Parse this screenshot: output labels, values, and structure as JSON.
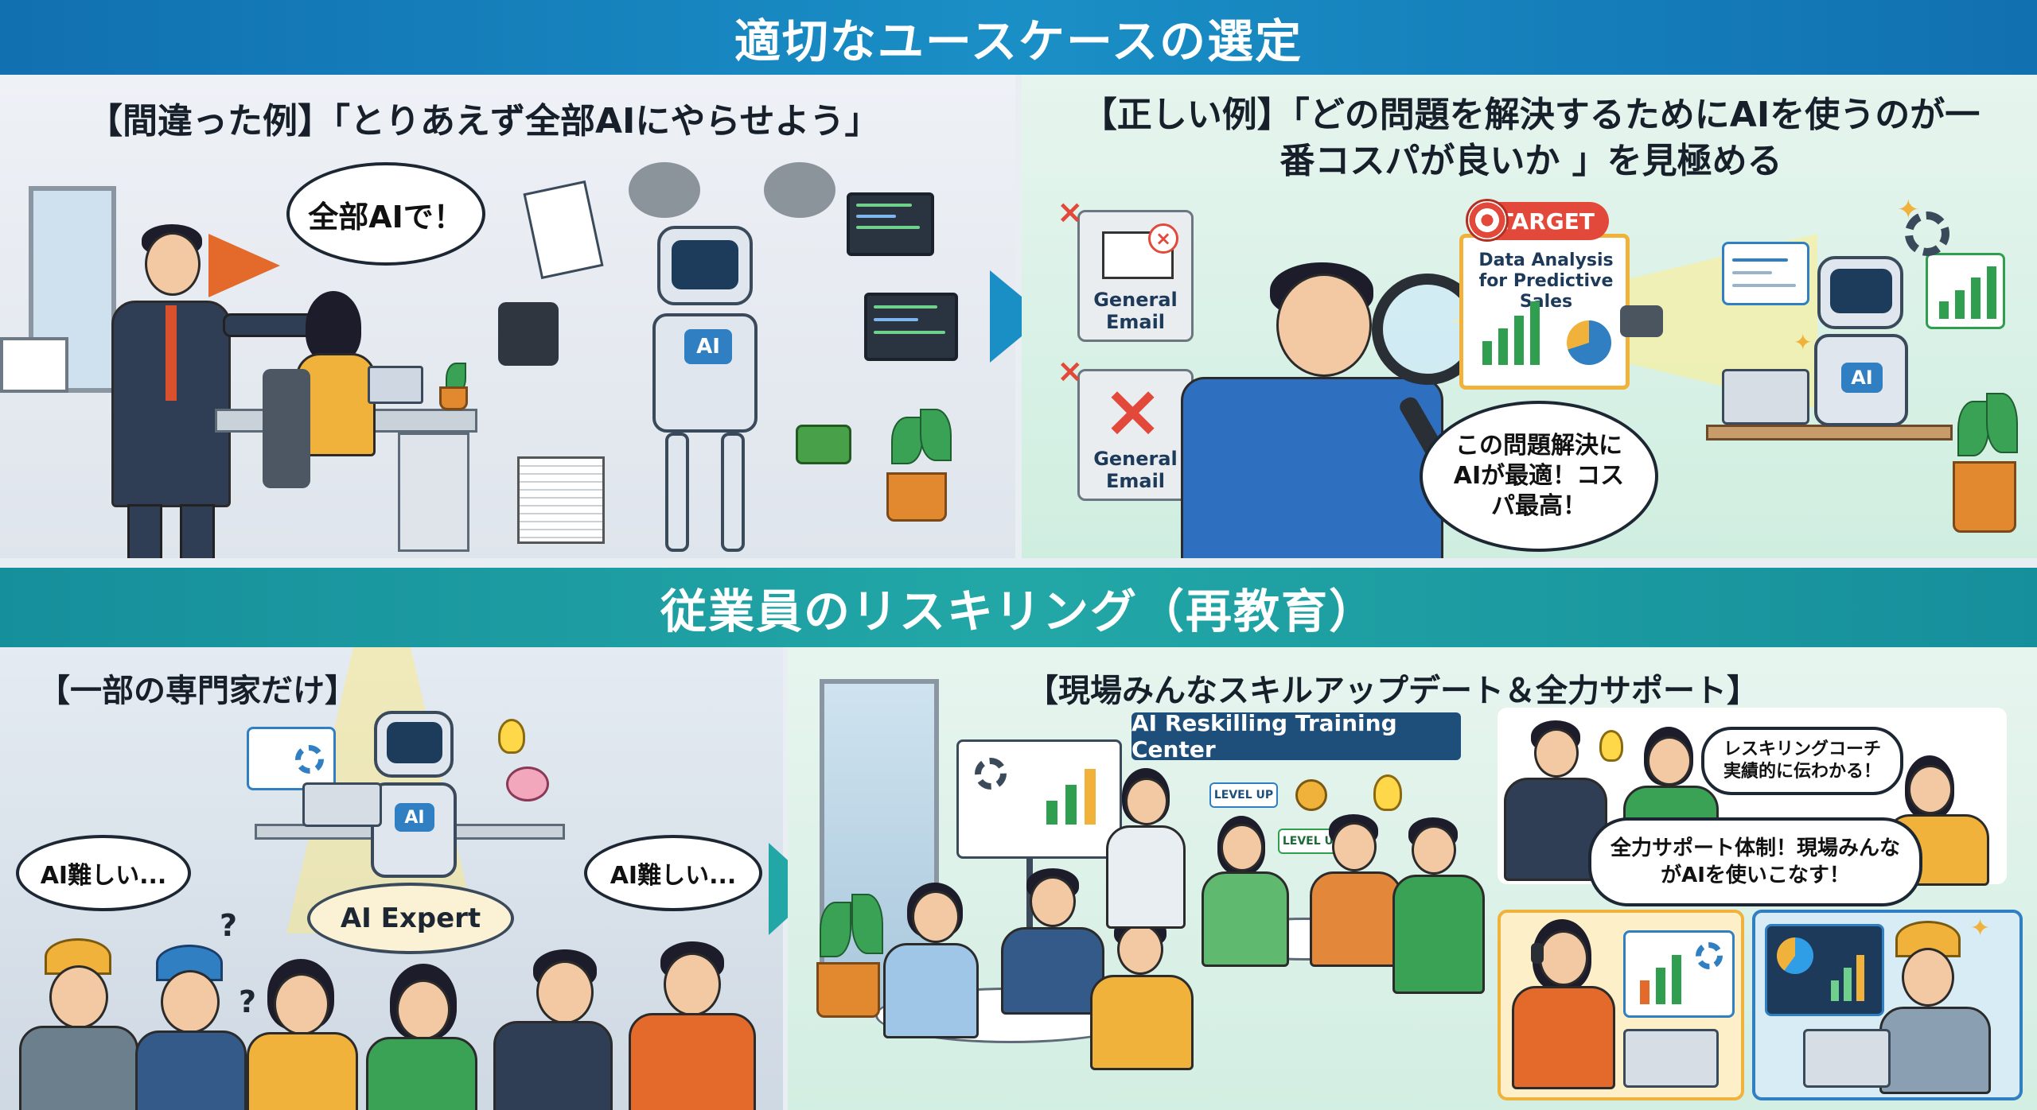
{
  "sections": {
    "use_case_title": "適切なユースケースの選定",
    "reskilling_title": "従業員のリスキリング（再教育）"
  },
  "wrong_example": {
    "heading": "【間違った例】「とりあえず全部AIにやらせよう」",
    "boss_speech": "全部AIで！",
    "robot_badge": "AI"
  },
  "right_example": {
    "heading": "【正しい例】「どの問題を解決するためにAIを使うのが一番コスパが良いか 」を見極める",
    "card1_label": "General Email",
    "card2_label": "General Email",
    "target_tag": "TARGET",
    "target_title": "Data Analysis for Predictive Sales",
    "speech": "この問題解決にAIが最適！コスパ最高！",
    "robot_badge": "AI"
  },
  "expert_only": {
    "heading": "【一部の専門家だけ】",
    "pedestal_label": "AI Expert",
    "left_speech": "AI難しい...",
    "right_speech": "AI難しい...",
    "robot_badge": "AI"
  },
  "everyone_support": {
    "heading": "【現場みんなスキルアップデート＆全力サポート】",
    "center_sign": "AI Reskilling Training Center",
    "level_up_1": "LEVEL UP",
    "level_up_2": "LEVEL UP",
    "coach_speech": "レスキリングコーチ実績的に伝わかる！",
    "support_speech": "全力サポート体制！現場みんながAIを使いこなす！"
  },
  "colors": {
    "band_blue": "#1a8fc6",
    "band_teal": "#22a7a6",
    "target_red": "#e2493a",
    "chart_green": "#2f9e4e"
  }
}
